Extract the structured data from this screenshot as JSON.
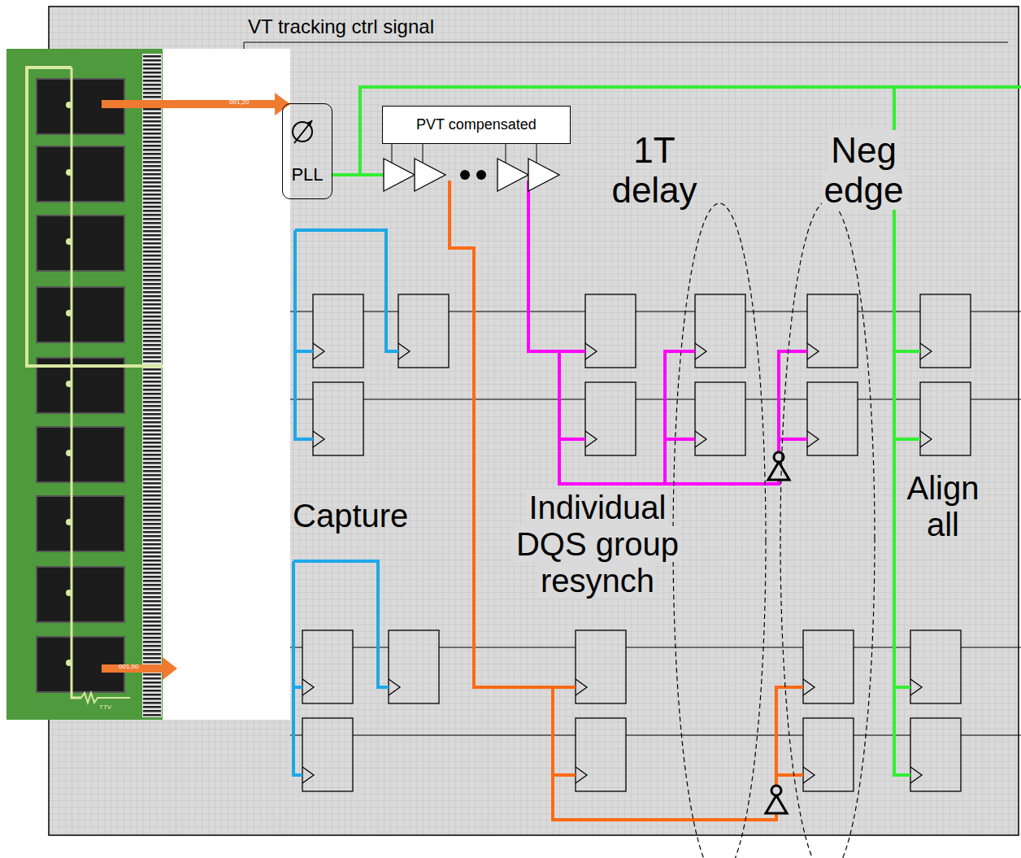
{
  "diagram": {
    "nodes": [
      {
        "text": [
          "PLL"
        ]
      },
      {
        "text": [
          "PVT compensated"
        ]
      }
    ],
    "labels": [
      "VT tracking ctrl signal",
      "001,20",
      "001,00",
      "TTV",
      "1T delay",
      "Neg edge",
      "Capture",
      "Individual DQS group resynch",
      "Align all"
    ]
  }
}
